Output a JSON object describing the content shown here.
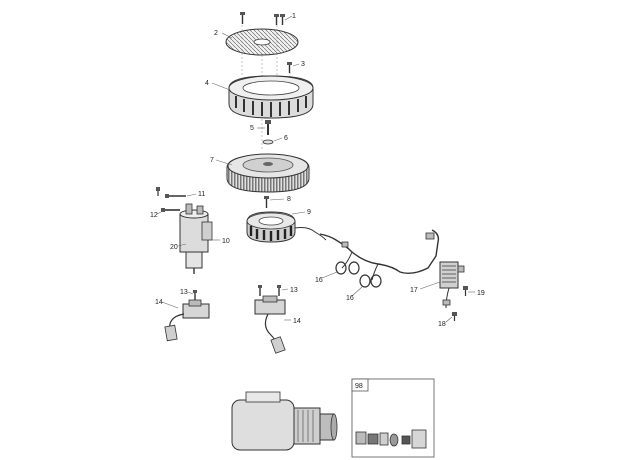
{
  "diagram": {
    "callouts": {
      "c1": "1",
      "c2": "2",
      "c3": "3",
      "c4": "4",
      "c5": "5",
      "c6": "6",
      "c7": "7",
      "c8": "8",
      "c9": "9",
      "c10": "10",
      "c11": "11",
      "c12": "12",
      "c13a": "13",
      "c13b": "13",
      "c14a": "14",
      "c14b": "14",
      "c16a": "16",
      "c16b": "16",
      "c17": "17",
      "c18": "18",
      "c19": "19",
      "c20": "20"
    },
    "kit_box_label": "98"
  },
  "colors": {
    "line": "#333333",
    "part_fill": "#d9d9d9",
    "part_dark": "#555555",
    "leader": "#666666"
  }
}
